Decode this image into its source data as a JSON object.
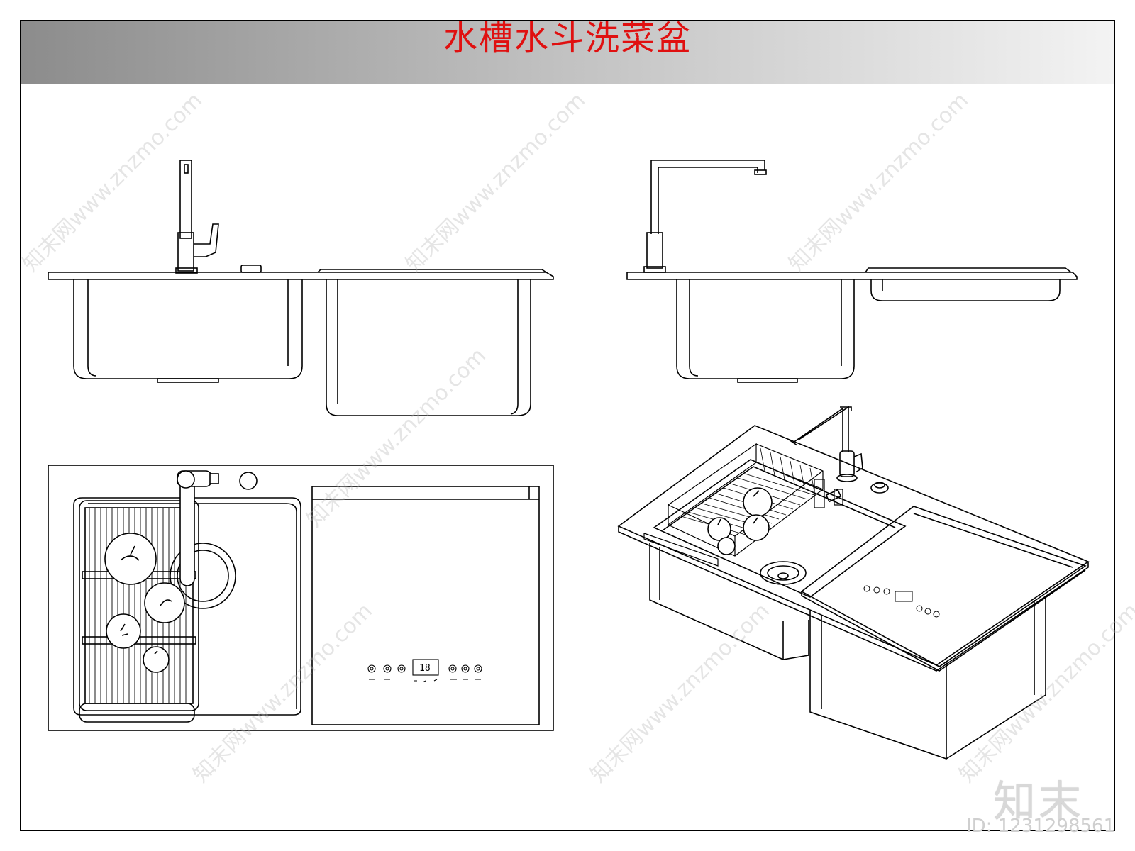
{
  "title": "水槽水斗洗菜盆",
  "brand_mark": "知末",
  "id_label": "ID: 1231298561",
  "watermark_text": "知末网www.znzmo.com",
  "panel_readout": "18",
  "colors": {
    "title": "#e01010",
    "line": "#000000",
    "header_dark": "#8c8c8c",
    "header_light": "#f3f3f3"
  }
}
